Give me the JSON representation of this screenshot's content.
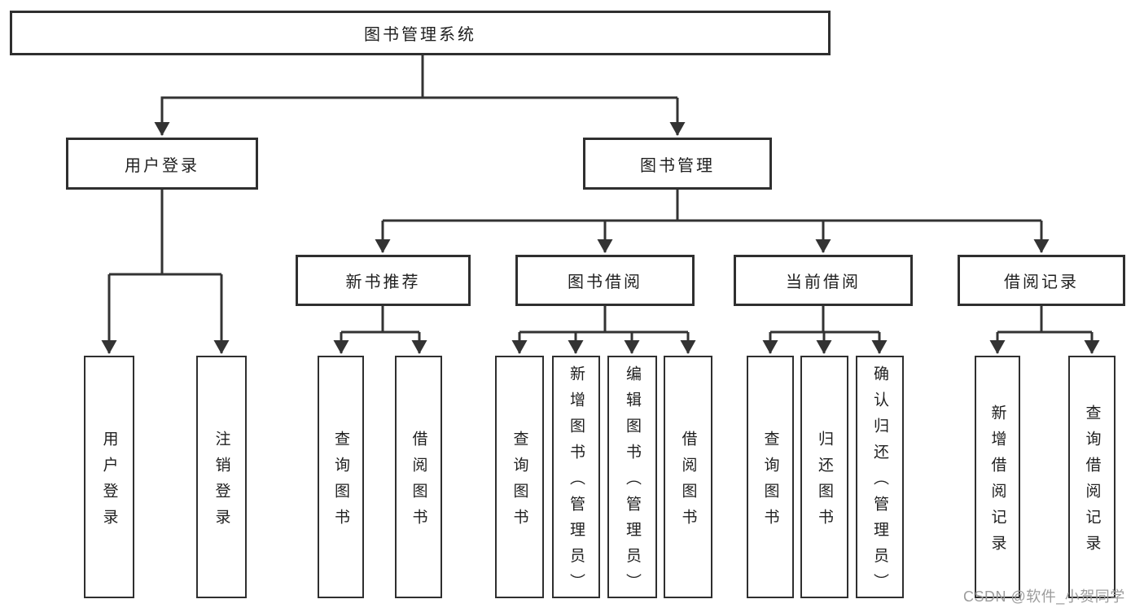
{
  "colors": {
    "line": "#333333",
    "box_border": "#2f2f2f",
    "text": "#1f1f1f",
    "watermark": "#9c9c9c",
    "background": "#ffffff"
  },
  "root": {
    "label": "图书管理系统"
  },
  "branches": [
    {
      "label": "用户登录",
      "children": [
        {
          "label": "用户登录"
        },
        {
          "label": "注销登录"
        }
      ]
    },
    {
      "label": "图书管理",
      "children": [
        {
          "label": "新书推荐",
          "children": [
            {
              "label": "查询图书"
            },
            {
              "label": "借阅图书"
            }
          ]
        },
        {
          "label": "图书借阅",
          "children": [
            {
              "label": "查询图书"
            },
            {
              "label": "新增图书（管理员）"
            },
            {
              "label": "编辑图书（管理员）"
            },
            {
              "label": "借阅图书"
            }
          ]
        },
        {
          "label": "当前借阅",
          "children": [
            {
              "label": "查询图书"
            },
            {
              "label": "归还图书"
            },
            {
              "label": "确认归还（管理员）"
            }
          ]
        },
        {
          "label": "借阅记录",
          "children": [
            {
              "label": "新增借阅记录"
            },
            {
              "label": "查询借阅记录"
            }
          ]
        }
      ]
    }
  ],
  "watermark": "CSDN @软件_小贺同学"
}
